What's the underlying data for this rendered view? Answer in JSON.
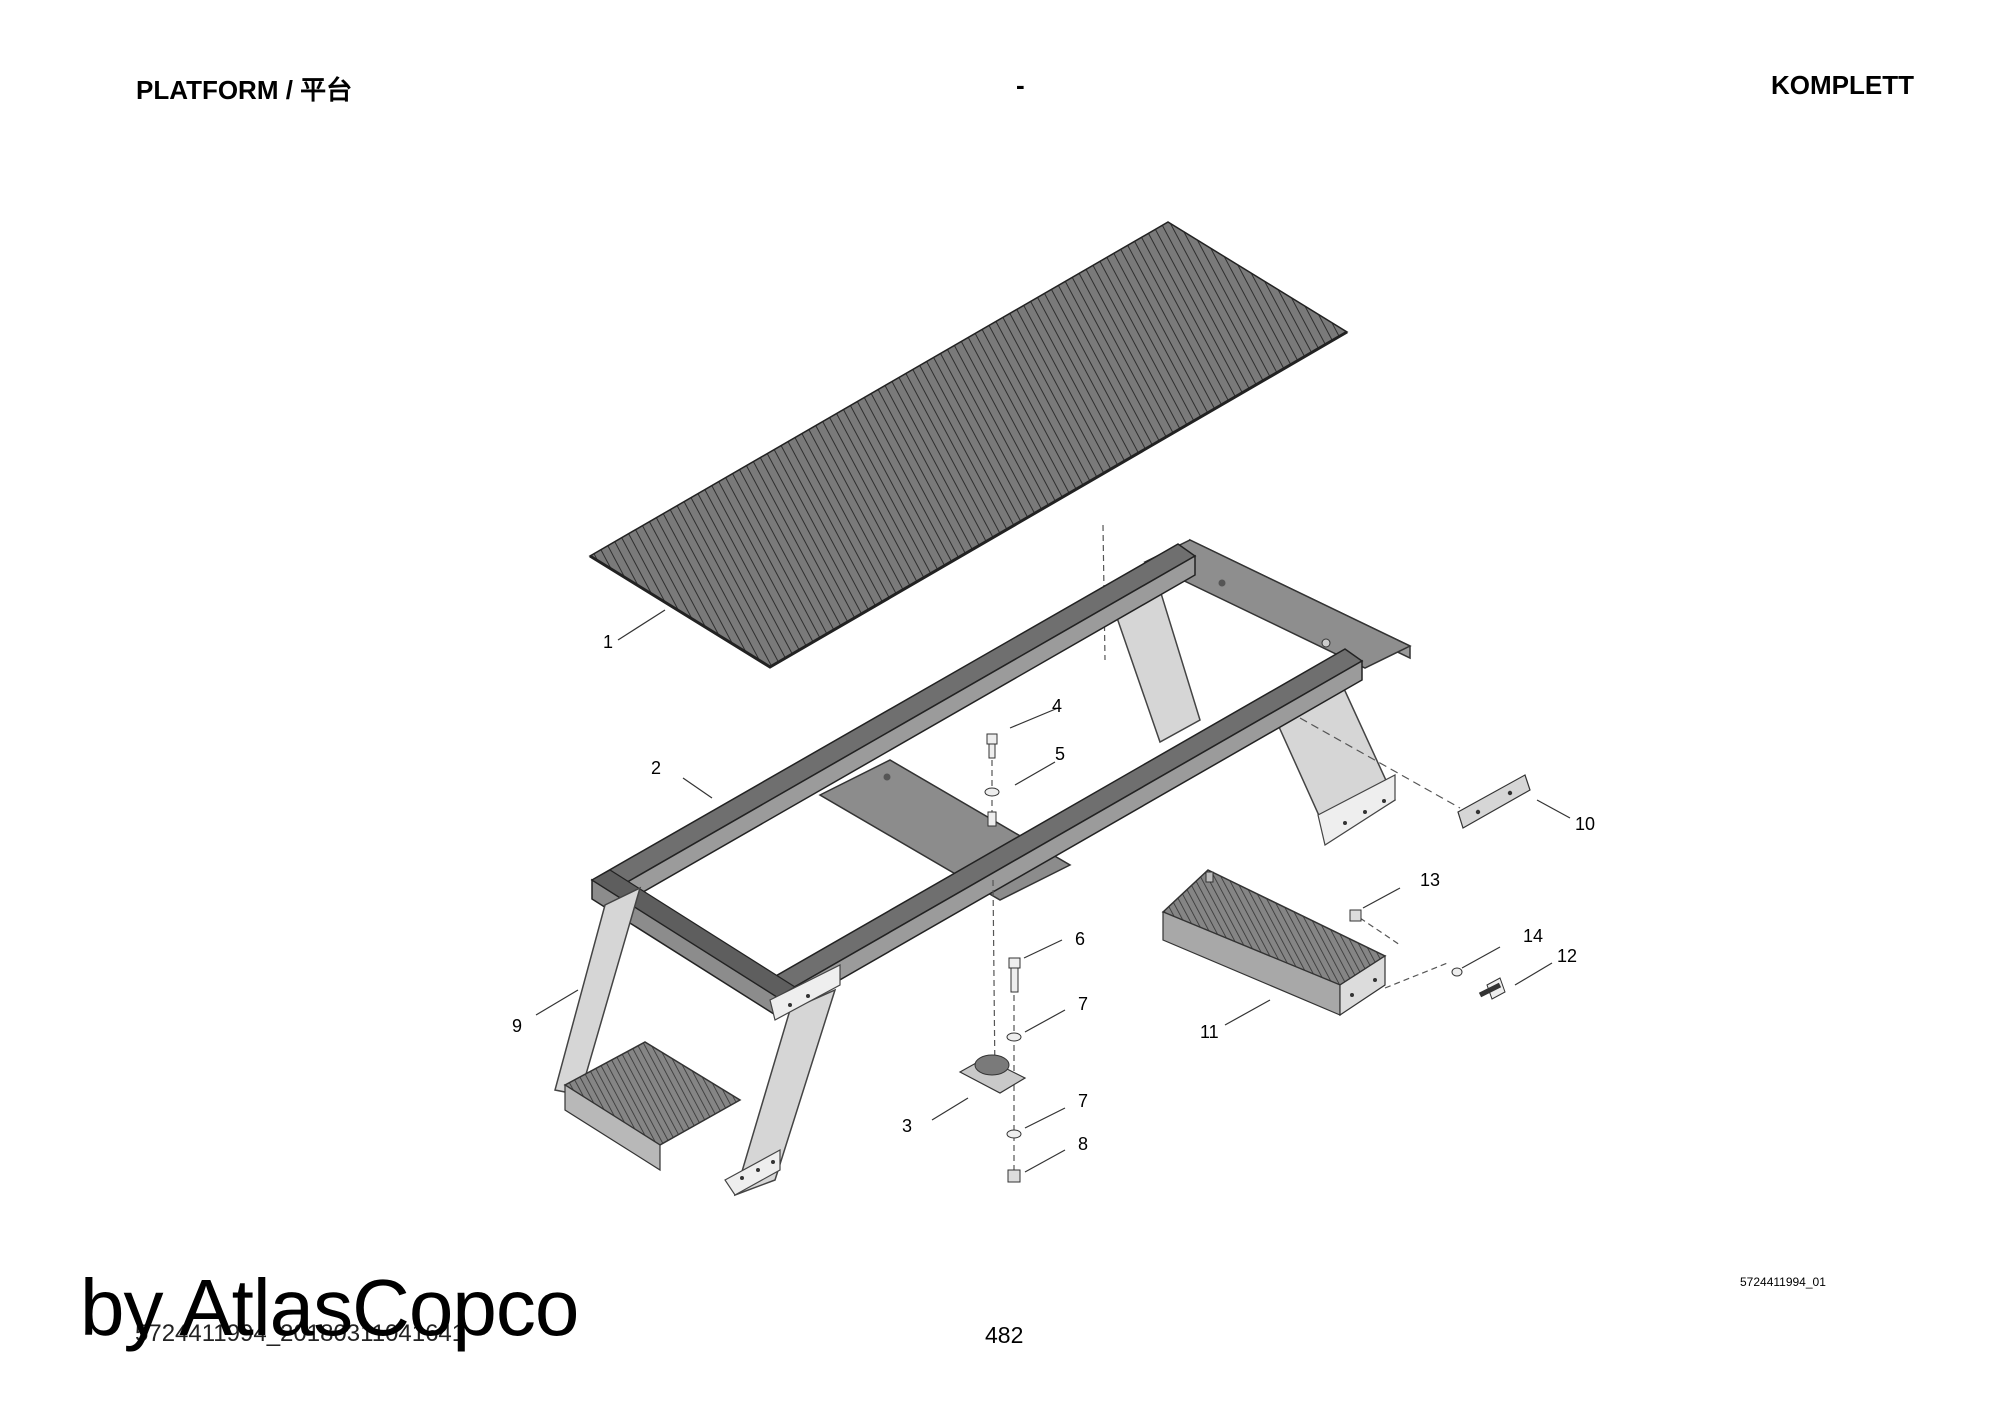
{
  "header": {
    "left": "PLATFORM / 平台",
    "center": "-",
    "right": "KOMPLETT"
  },
  "drawing_code": "5724411994_01",
  "page_number": "482",
  "doc_code": "5724411994_20180311041641",
  "watermark": "by AtlasCopco",
  "callouts": [
    "1",
    "2",
    "3",
    "4",
    "5",
    "6",
    "7",
    "7",
    "8",
    "9",
    "10",
    "11",
    "12",
    "13",
    "14"
  ]
}
